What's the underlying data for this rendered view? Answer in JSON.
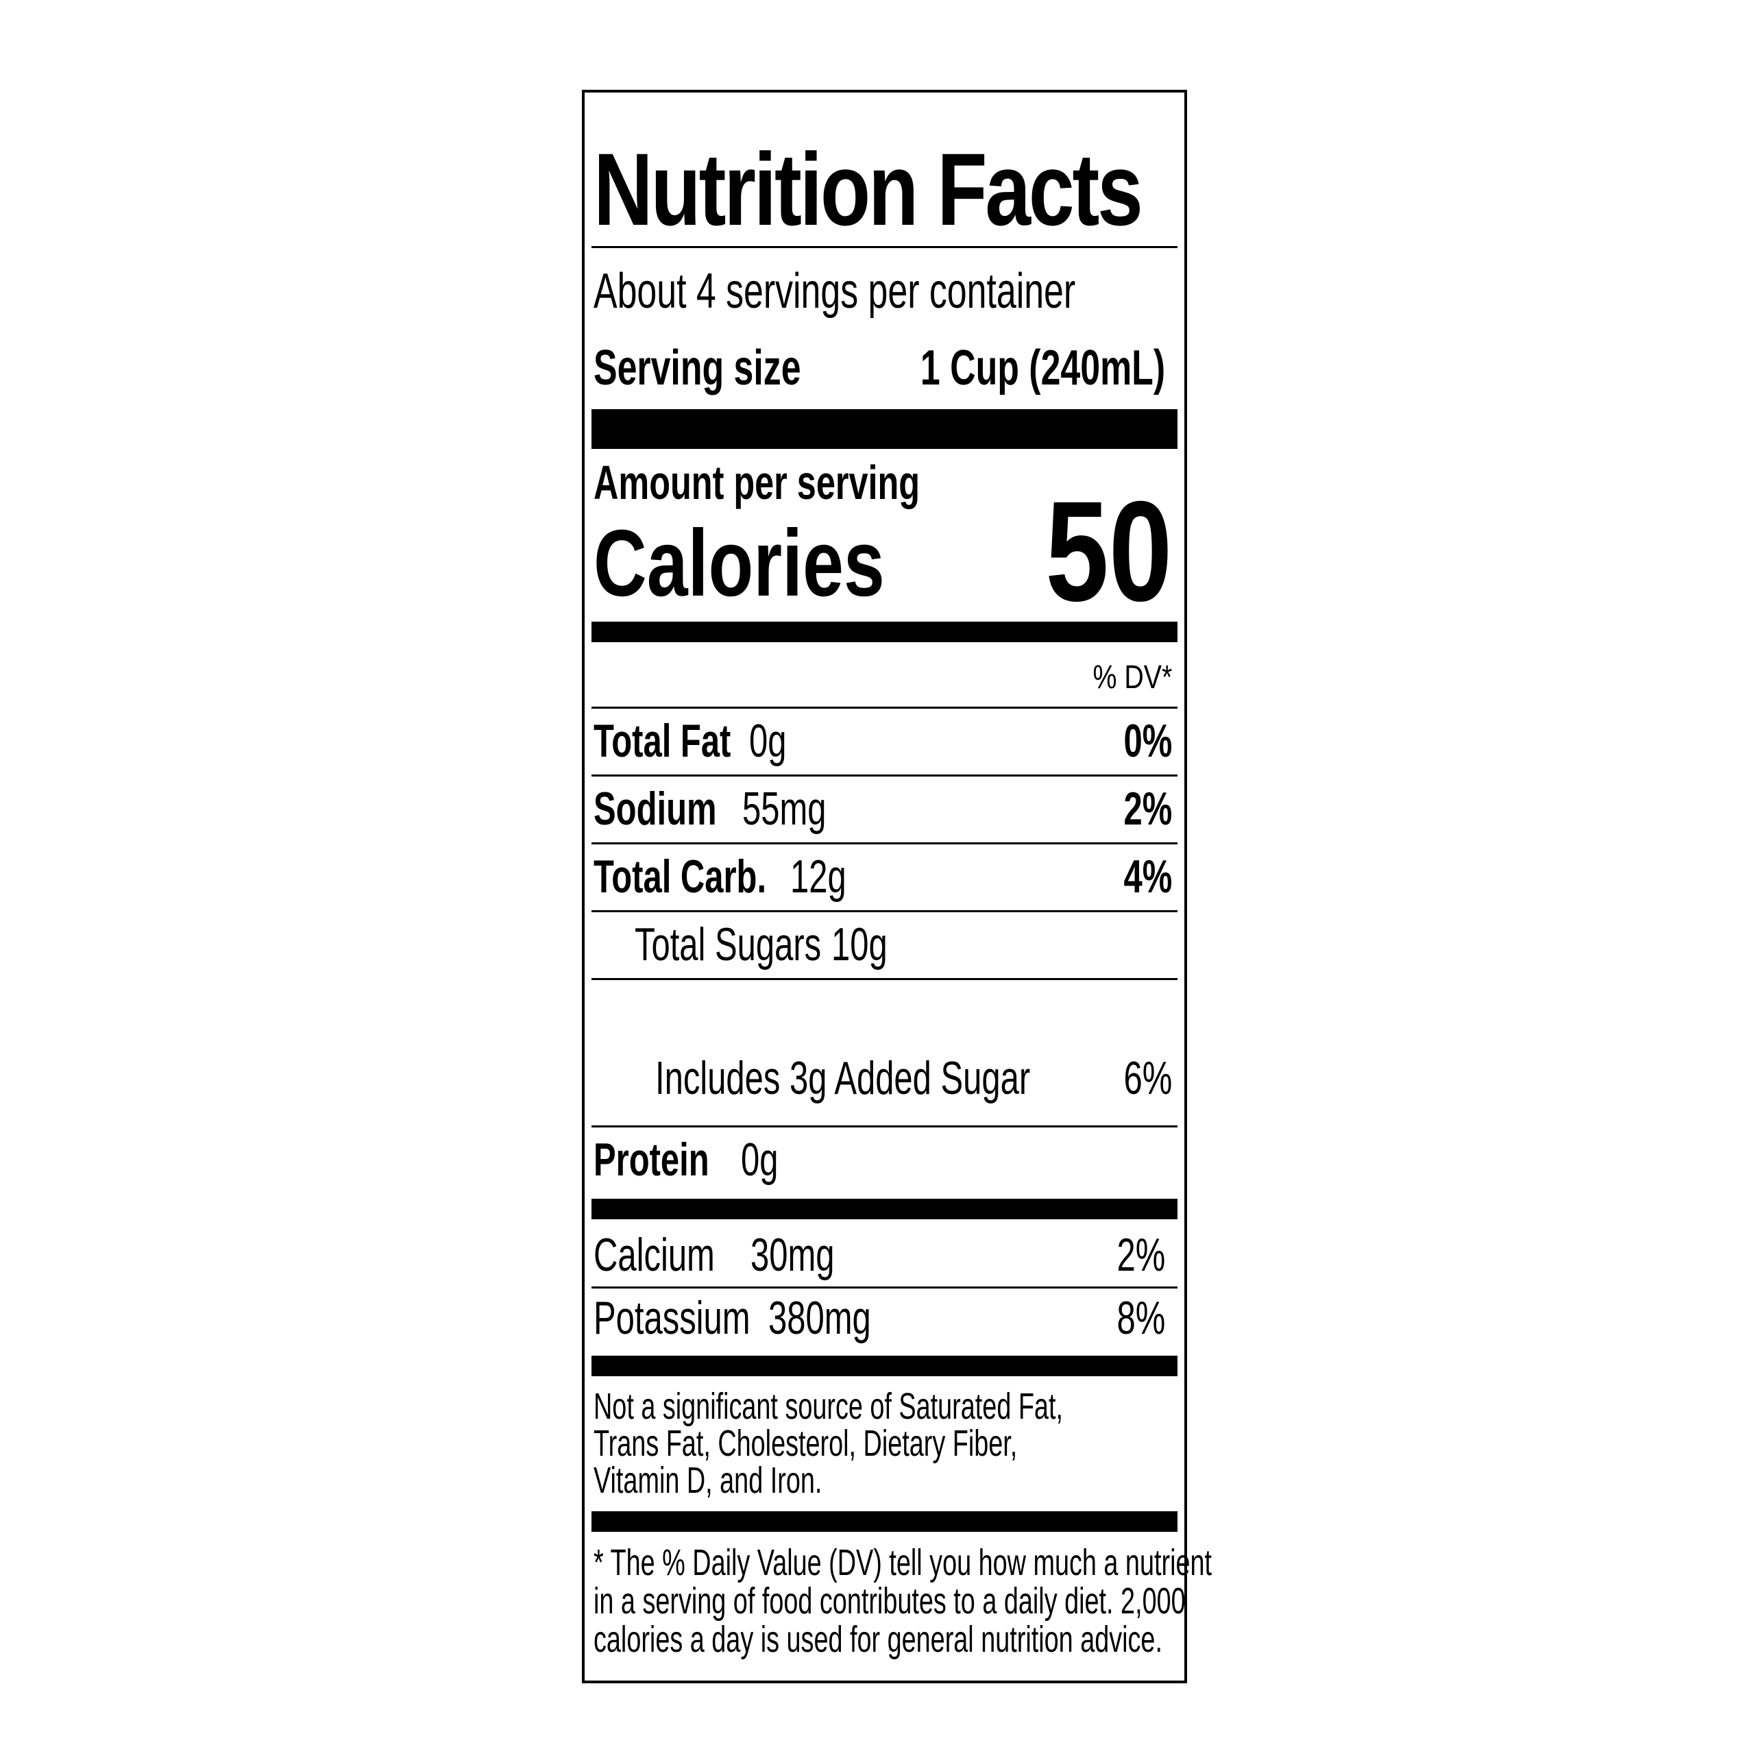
{
  "label": {
    "title": "Nutrition Facts",
    "servings_per_container": "About 4 servings per container",
    "serving_size_label": "Serving size",
    "serving_size_value": "1 Cup (240mL)",
    "amount_per_serving": "Amount per serving",
    "calories_label": "Calories",
    "calories_value": "50",
    "dv_header": "% DV*",
    "nutrients": [
      {
        "name": "Total Fat",
        "amount": "0g",
        "dv": "0%"
      },
      {
        "name": "Sodium",
        "amount": "55mg",
        "dv": "2%"
      },
      {
        "name": "Total Carb.",
        "amount": "12g",
        "dv": "4%"
      },
      {
        "name": "Total Sugars",
        "amount": "10g",
        "dv": ""
      },
      {
        "name": "Includes 3g Added Sugar",
        "amount": "",
        "dv": "6%"
      },
      {
        "name": "Protein",
        "amount": "0g",
        "dv": ""
      }
    ],
    "minerals": [
      {
        "name": "Calcium",
        "amount": "30mg",
        "dv": "2%"
      },
      {
        "name": "Potassium",
        "amount": "380mg",
        "dv": "8%"
      }
    ],
    "not_significant_lines": [
      "Not a significant source of Saturated Fat,",
      "Trans Fat, Cholesterol, Dietary Fiber,",
      "Vitamin D, and Iron."
    ],
    "footnote_lines": [
      "* The % Daily Value (DV) tell you how much a nutrient",
      "in a serving of food contributes to a daily diet. 2,000",
      "calories a day is used for general nutrition advice."
    ]
  }
}
